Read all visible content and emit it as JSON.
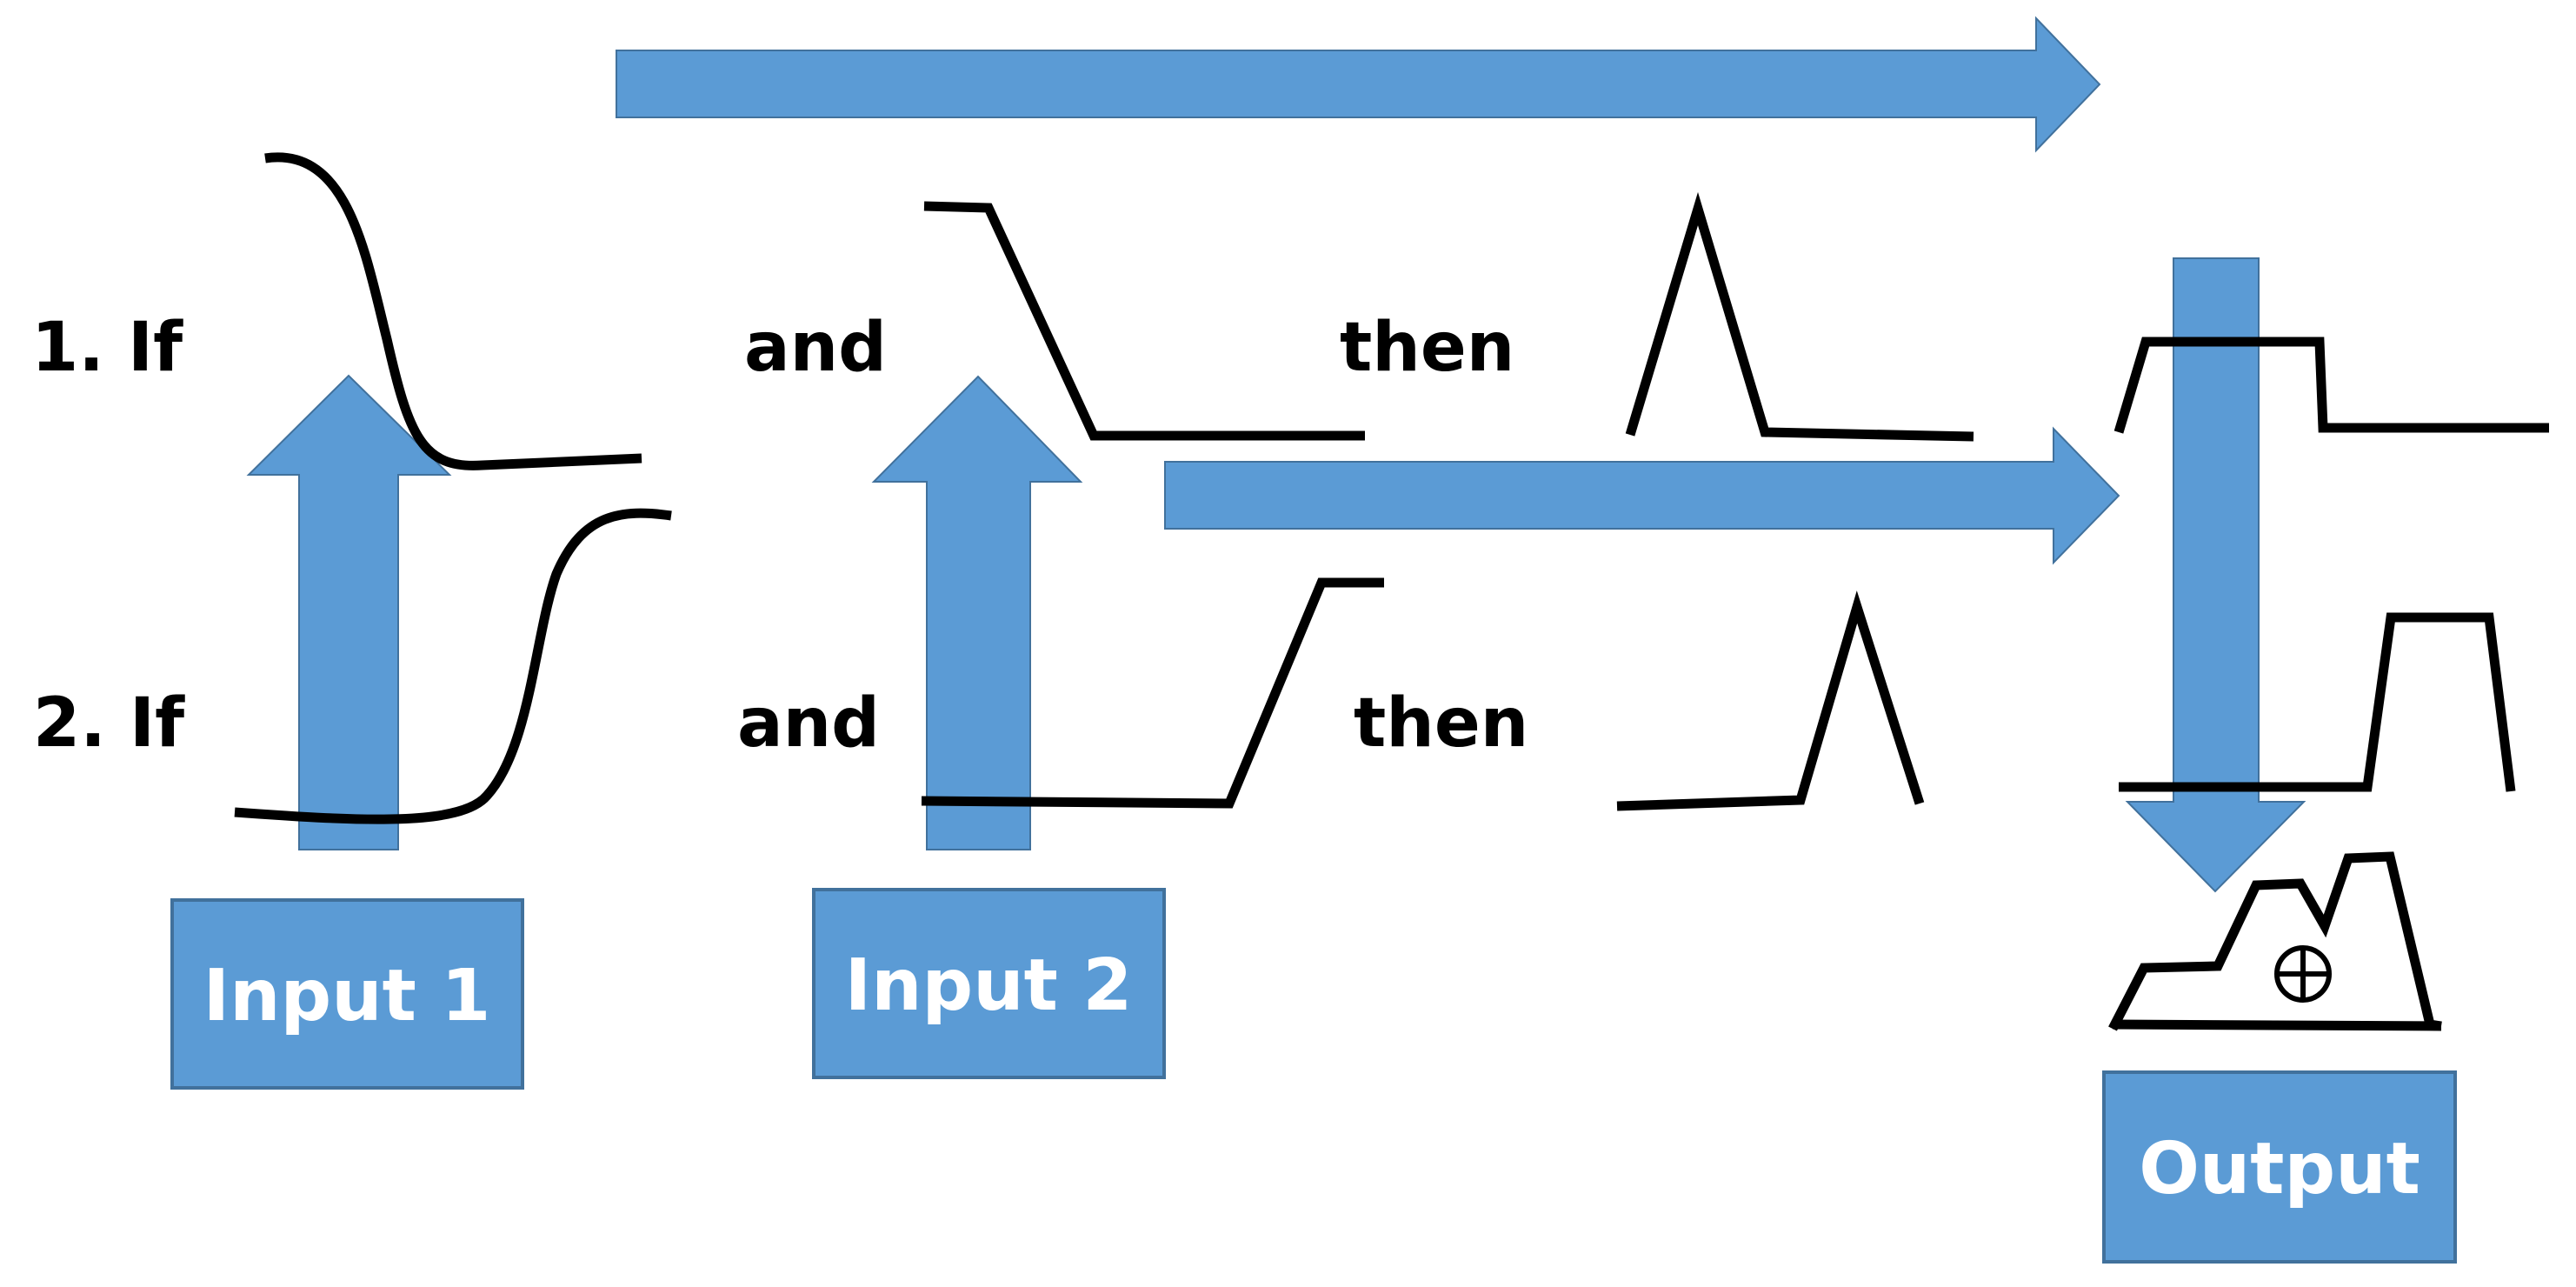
{
  "colors": {
    "accent": "#5B9BD5",
    "accent_border": "#41719C",
    "line": "#000000",
    "label_text": "#000000",
    "box_text": "#ffffff"
  },
  "rules": [
    {
      "lead": "1. If",
      "conj": "and",
      "then": "then"
    },
    {
      "lead": "2. If",
      "conj": "and",
      "then": "then"
    }
  ],
  "boxes": {
    "input1": "Input 1",
    "input2": "Input 2",
    "output": "Output"
  },
  "symbols": {
    "centroid": "⊕"
  }
}
